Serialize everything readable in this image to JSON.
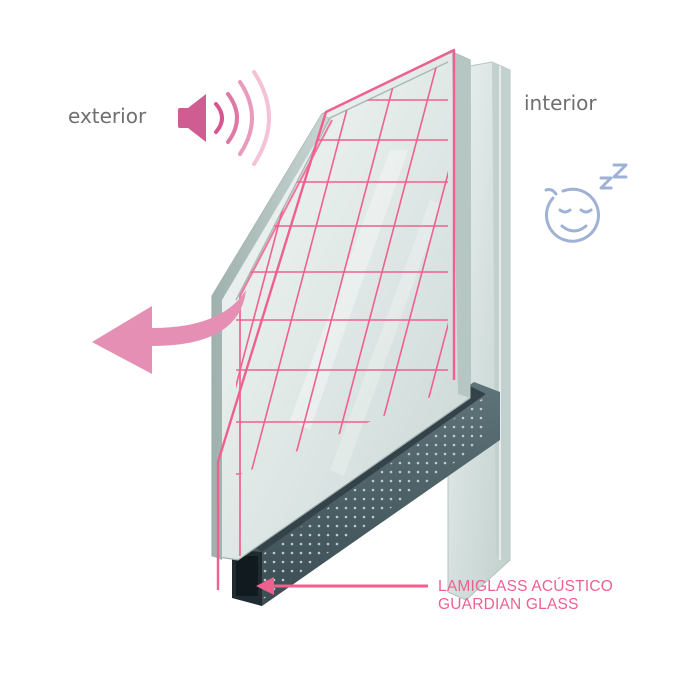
{
  "labels": {
    "exterior": "exterior",
    "interior": "interior",
    "product_line1": "LAMIGLASS ACÚSTICO",
    "product_line2": "GUARDIAN GLASS"
  },
  "icons": {
    "speaker": "speaker-sound-waves-icon",
    "sleeping_face": "sleeping-face-icon",
    "reflected_sound_arrow": "curved-arrow-icon",
    "pointer_arrow": "left-arrow-icon"
  },
  "colors": {
    "accent_pink": "#f0608e",
    "soft_pink": "#e58fb4",
    "speaker_pink": "#cf5d92",
    "face_blue": "#9fb1d4",
    "label_gray": "#6f6f6f",
    "glass_light": "#dde6e4",
    "glass_mid": "#b9c8c6",
    "spacer_dark": "#44585f"
  }
}
